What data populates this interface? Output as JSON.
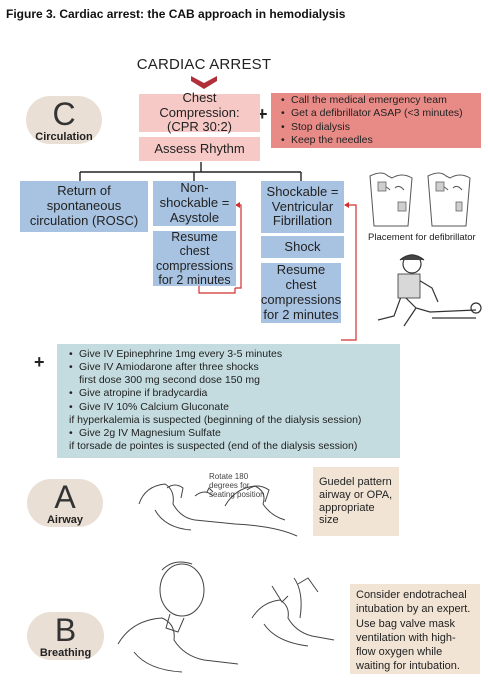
{
  "figure_title": "Figure 3. Cardiac arrest: the CAB approach in hemodialysis",
  "main_title": "CARDIAC ARREST",
  "circulation": {
    "letter": "C",
    "label": "Circulation",
    "chest_compression": "Chest Compression: (CPR 30:2)",
    "assess_rhythm": "Assess Rhythm",
    "actions": [
      "Call the medical emergency team",
      "Get a defibrillator ASAP (<3 minutes)",
      "Stop dialysis",
      "Keep the needles"
    ],
    "rosc": "Return of spontaneous circulation (ROSC)",
    "non_shockable": "Non-shockable = Asystole",
    "shockable": "Shockable = Ventricular Fibrillation",
    "resume_left": "Resume chest compressions for 2 minutes",
    "shock": "Shock",
    "resume_right": "Resume chest compressions for 2 minutes",
    "defib_caption": "Placement for defibrillator",
    "medications": [
      {
        "line1": "Give IV Epinephrine 1mg every 3-5 minutes"
      },
      {
        "line1": "Give IV Amiodarone after three shocks",
        "line2": "first dose 300 mg second dose 150 mg"
      },
      {
        "line1": "Give atropine if bradycardia"
      },
      {
        "line1": "Give IV 10% Calcium Gluconate",
        "line2": "if hyperkalemia is suspected (beginning of the dialysis session)"
      },
      {
        "line1": "Give 2g IV Magnesium Sulfate",
        "line2": "if torsade de pointes is suspected (end of the dialysis session)"
      }
    ]
  },
  "airway": {
    "letter": "A",
    "label": "Airway",
    "note": "Guedel pattern airway or OPA, appropriate size",
    "illustration_caption": "Rotate 180 degrees for seating position"
  },
  "breathing": {
    "letter": "B",
    "label": "Breathing",
    "note": "Consider endotracheal intubation by an expert. Use bag valve mask ventilation with high-flow oxygen while waiting for intubation."
  },
  "colors": {
    "pink": "#f6c9c6",
    "red": "#e88b87",
    "blue": "#a8c3e2",
    "teal": "#c4dcdf",
    "tan": "#f1e4d5",
    "arrow_dark_red": "#b0303a",
    "connector_red": "#d0302f"
  }
}
